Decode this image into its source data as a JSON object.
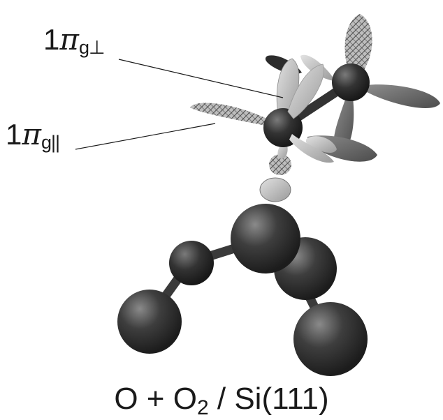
{
  "labels": {
    "orbital_perp": {
      "prefix": "1",
      "symbol": "π",
      "sub_g": "g",
      "sub_mark": "⊥"
    },
    "orbital_par": {
      "prefix": "1",
      "symbol": "π",
      "sub_g": "g",
      "sub_mark": "||"
    }
  },
  "caption": {
    "part1": "O + O",
    "sub": "2",
    "part2": " / Si(111)"
  },
  "colors": {
    "atom_dark": "#2c2c2c",
    "atom_highlight": "#8a8a8a",
    "lobe_light": "#c8c8c8",
    "lobe_hatched": "#6e6e6e",
    "bond": "#3a3a3a",
    "text": "#1a1a1a"
  }
}
